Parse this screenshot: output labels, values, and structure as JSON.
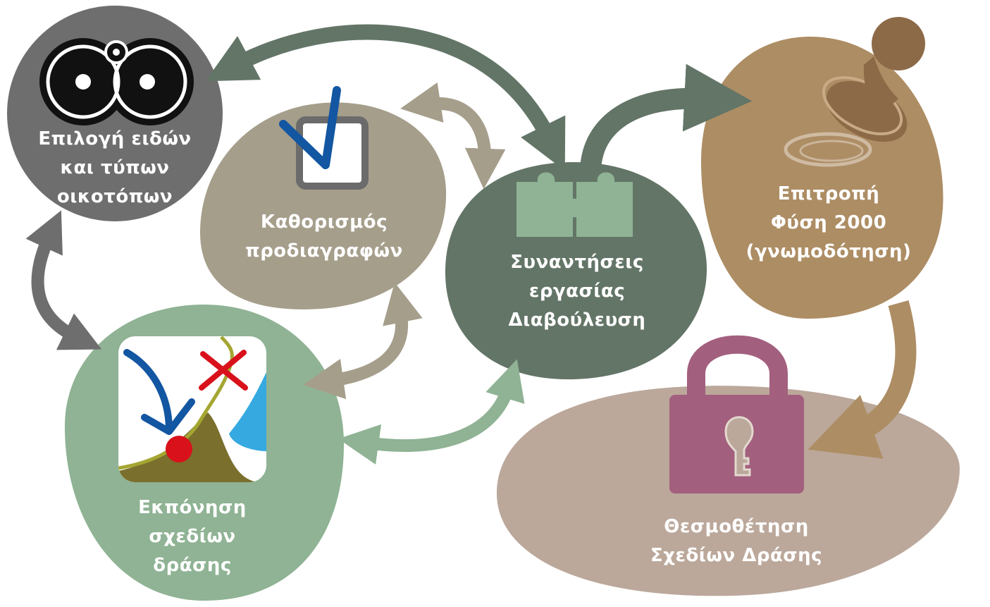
{
  "nodes": {
    "species": {
      "lines": [
        "Επιλογή ειδών",
        "και τύπων",
        "οικοτόπων"
      ],
      "color": "#6e6e6e",
      "icon": "binoculars-icon"
    },
    "specs": {
      "lines": [
        "Καθορισμός",
        "προδιαγραφών"
      ],
      "color": "#a59e8b",
      "icon": "checkbox-check-icon"
    },
    "meetings": {
      "lines": [
        "Συναντήσεις",
        "εργασίας",
        "Διαβούλευση"
      ],
      "color": "#637567",
      "icon": "puzzle-pieces-icon"
    },
    "committee": {
      "lines": [
        "Επιτροπή",
        "Φύση 2000",
        "(γνωμοδότηση)"
      ],
      "color": "#ad8d64",
      "icon": "rubber-stamp-icon"
    },
    "plans": {
      "lines": [
        "Εκπόνηση",
        "σχεδίων",
        "δράσης"
      ],
      "color": "#8fb394",
      "icon": "map-route-icon"
    },
    "legislation": {
      "lines": [
        "Θεσμοθέτηση",
        "Σχεδίων Δράσης"
      ],
      "color": "#bba89b",
      "icon": "padlock-icon"
    }
  },
  "colors": {
    "arrow_dark": "#637567",
    "arrow_beige": "#a59e8b",
    "arrow_gray": "#6e6e6e",
    "arrow_green": "#8fb394",
    "arrow_brown": "#ad8d64",
    "lock": "#a35f7e",
    "check": "#1356a2",
    "cross": "#d8111b",
    "water": "#35a9e0",
    "terrain": "#7b6f2e"
  }
}
